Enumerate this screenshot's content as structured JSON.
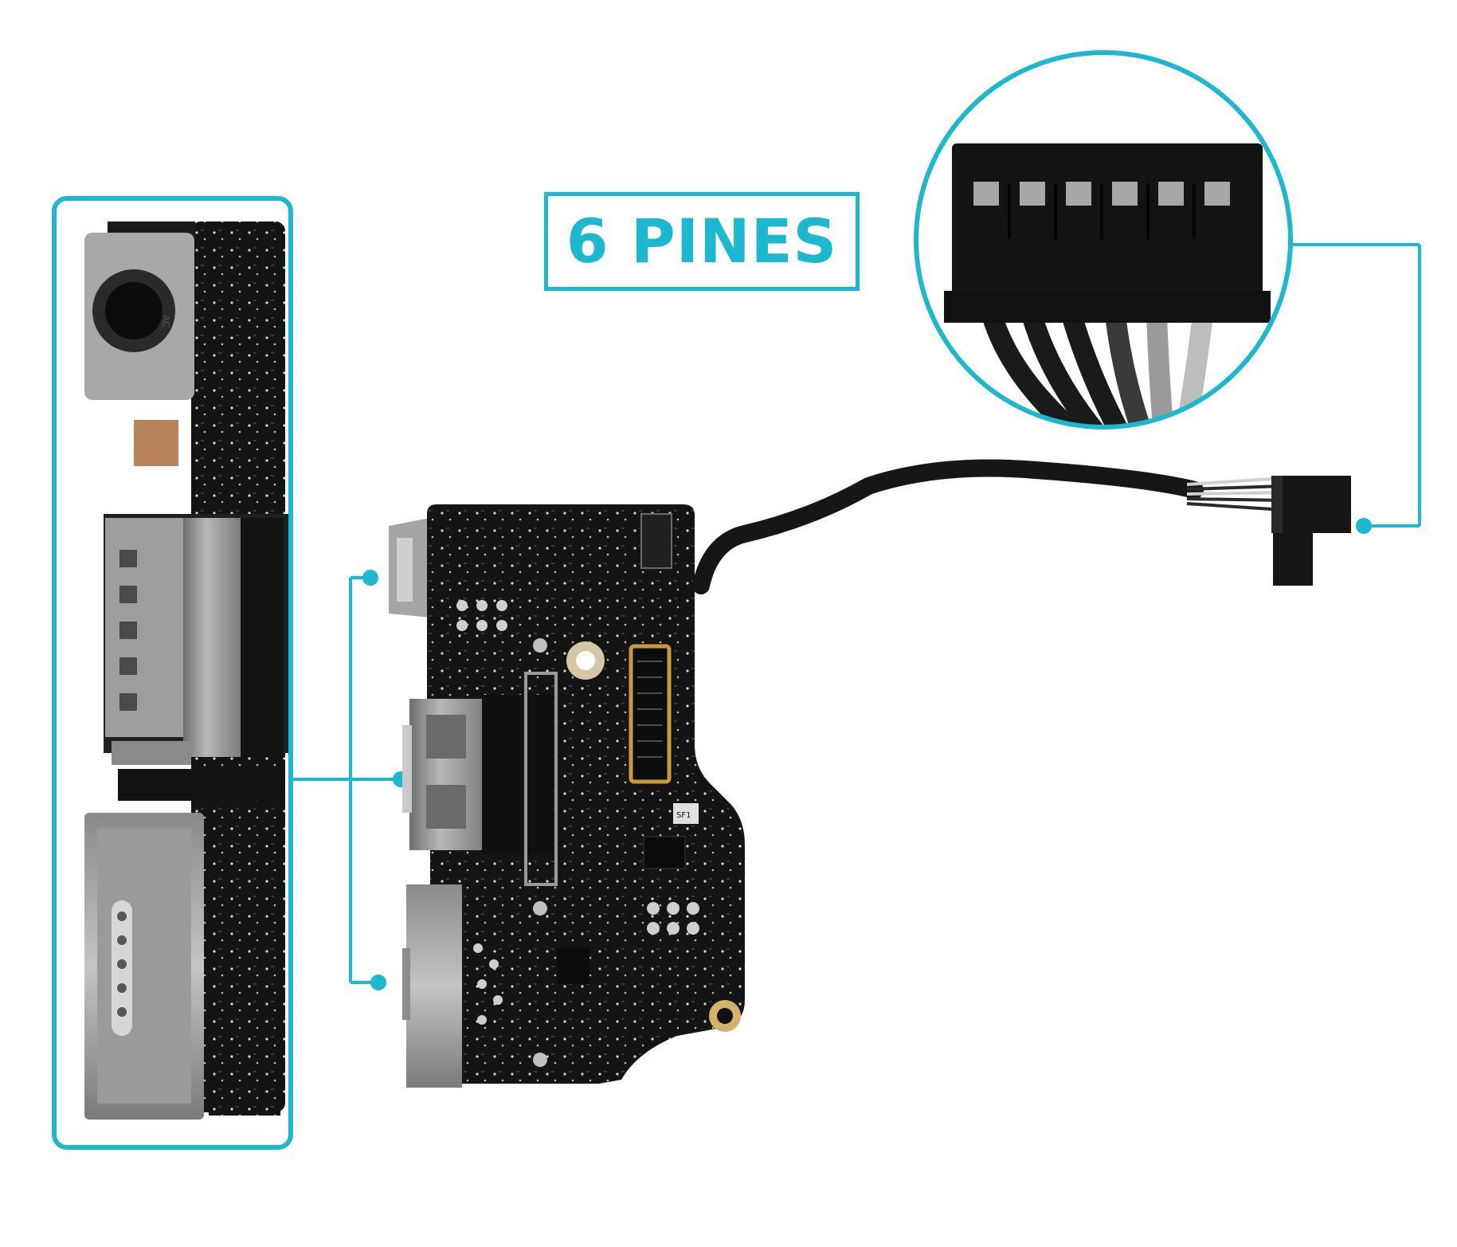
{
  "label": {
    "text": "6 PINES"
  },
  "port_labels": {
    "ac_marking": "AC",
    "chip_marking": "SF1"
  },
  "colors": {
    "accent": "#1bb8d0",
    "pcb": "#141414",
    "connector_gray": "#9a9a9a",
    "copper": "#b8835a",
    "background": "#ffffff"
  },
  "connector": {
    "pin_count": 6
  }
}
